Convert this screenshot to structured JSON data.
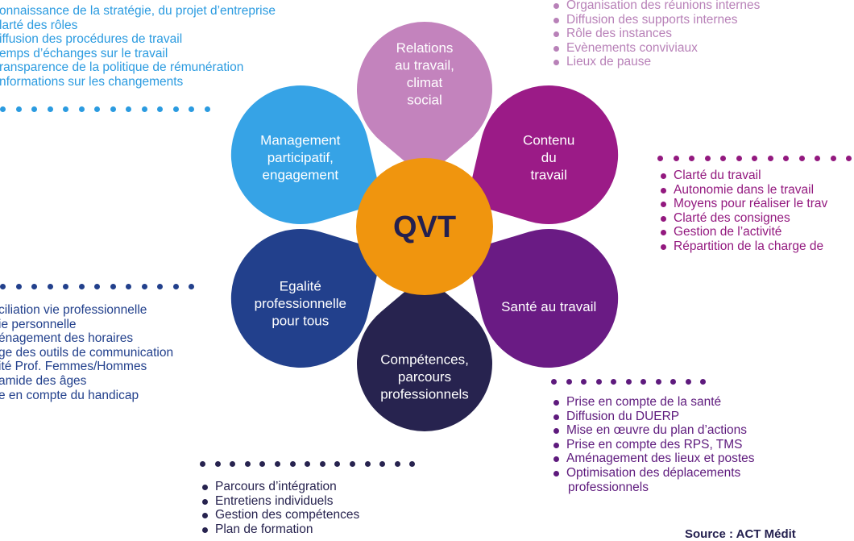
{
  "center": {
    "label": "QVT",
    "color": "#f0950e"
  },
  "petals": [
    {
      "id": "relations",
      "lines": [
        "Relations",
        "au travail,",
        "climat",
        "social"
      ],
      "color": "#c383bd"
    },
    {
      "id": "contenu",
      "lines": [
        "Contenu",
        "du",
        "travail"
      ],
      "color": "#9b1b87"
    },
    {
      "id": "sante",
      "lines": [
        "Santé au travail"
      ],
      "color": "#6a1b84"
    },
    {
      "id": "competences",
      "lines": [
        "Compétences,",
        "parcours",
        "professionnels"
      ],
      "color": "#27234f"
    },
    {
      "id": "egalite",
      "lines": [
        "Egalité",
        "professionnelle",
        "pour tous"
      ],
      "color": "#22408c"
    },
    {
      "id": "management",
      "lines": [
        "Management",
        "participatif,",
        "engagement"
      ],
      "color": "#36a3e6"
    }
  ],
  "lists": {
    "management": {
      "color": "#2b9be0",
      "items": [
        "onnaissance de la stratégie, du projet d’entreprise",
        "larté des rôles",
        "iffusion des procédures de travail",
        "emps d’échanges sur le travail",
        "ransparence de la politique de rémunération",
        "nformations sur les changements"
      ]
    },
    "relations": {
      "color": "#b881b8",
      "items": [
        "Organisation des réunions internes",
        "Diffusion des supports internes",
        "Rôle des instances",
        "Evènements conviviaux",
        "Lieux de pause"
      ]
    },
    "contenu": {
      "color": "#93197f",
      "items": [
        "Clarté du travail",
        "Autonomie dans le travail",
        "Moyens pour réaliser le trav",
        "Clarté des consignes",
        "Gestion de l’activité",
        "Répartition de la charge de"
      ]
    },
    "egalite": {
      "color": "#22408c",
      "items": [
        "ciliation vie professionnelle",
        "ie personnelle",
        "énagement des horaires",
        "ge des outils de communication",
        "ité Prof. Femmes/Hommes",
        "amide des âges",
        "e en compte du handicap"
      ]
    },
    "sante": {
      "color": "#5e1a7d",
      "items": [
        "Prise en compte de la santé",
        "Diffusion du DUERP",
        "Mise en œuvre du plan d’actions",
        "Prise en compte des RPS, TMS",
        "Aménagement des lieux et postes",
        "Optimisation des déplacements"
      ],
      "continuation": "professionnels"
    },
    "competences": {
      "color": "#27234f",
      "items": [
        "Parcours d’intégration",
        "Entretiens individuels",
        "Gestion des compétences",
        "Plan de formation"
      ]
    }
  },
  "source": "Source : ACT Médit"
}
